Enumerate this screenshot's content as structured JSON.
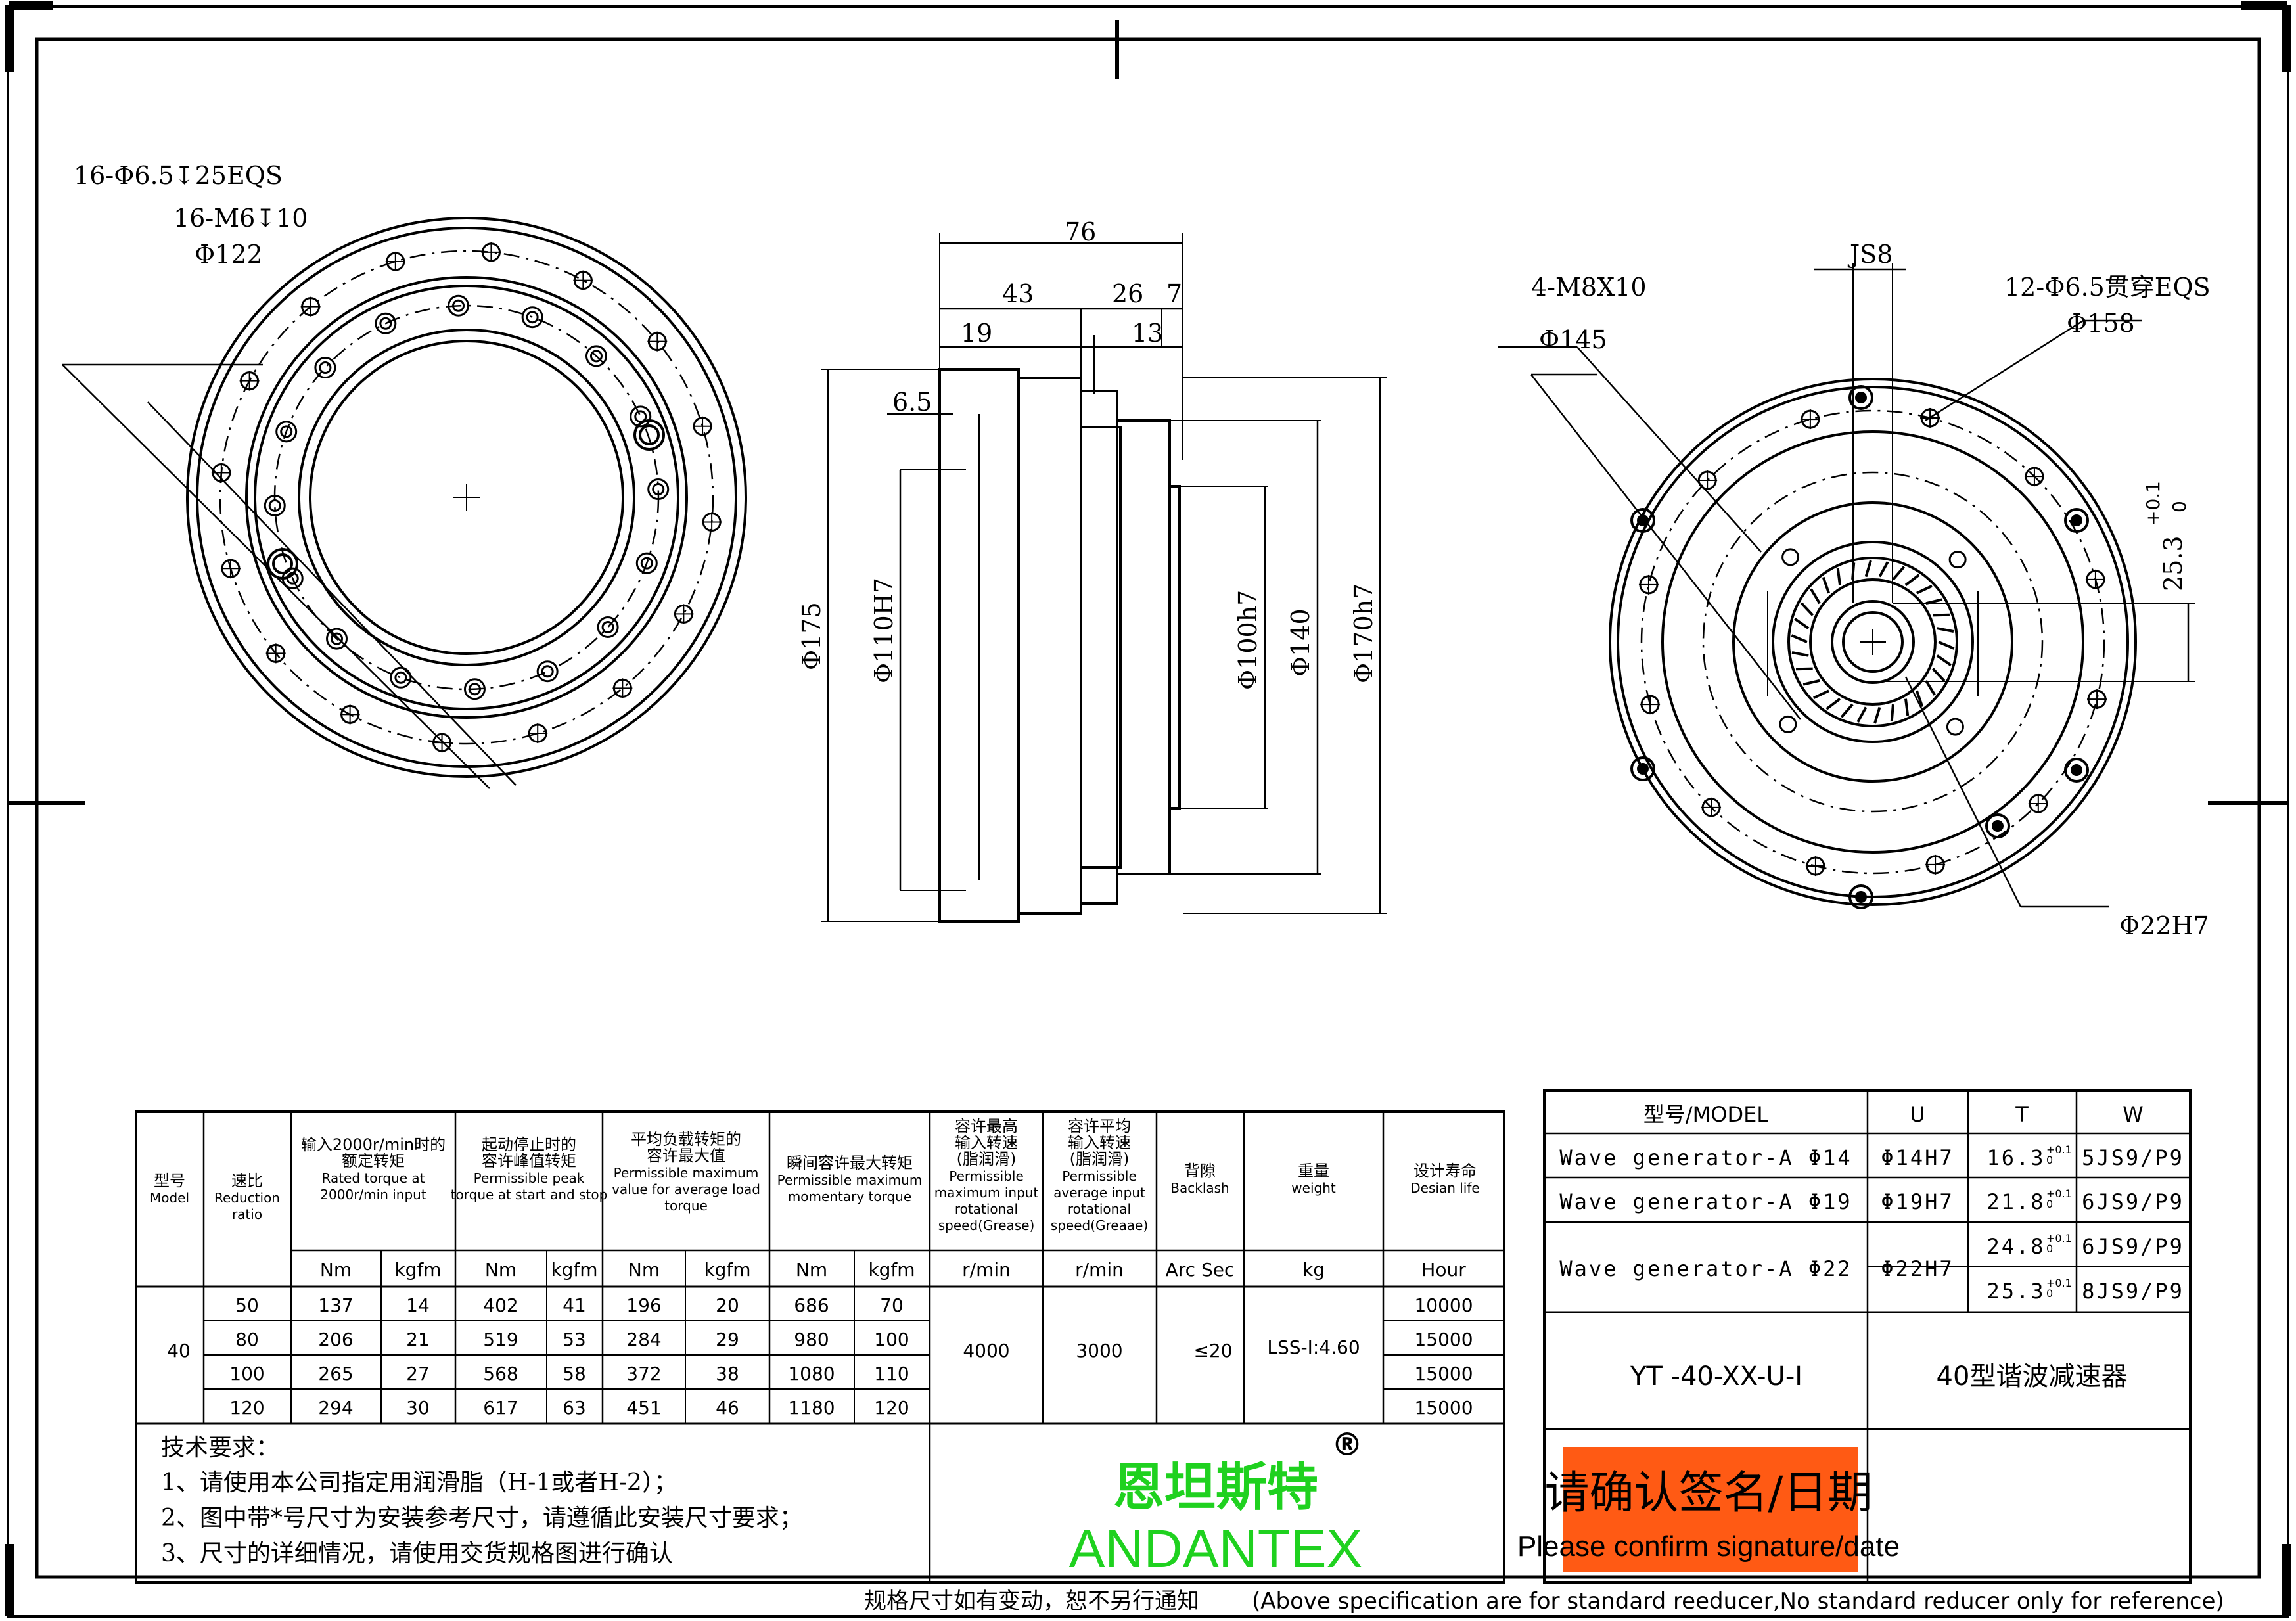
{
  "front_view": {
    "callouts": [
      "16-Φ6.5↧25EQS",
      "16-M6↧10",
      "Φ122"
    ]
  },
  "side_view": {
    "dims_top": [
      "76",
      "43",
      "26",
      "7",
      "19",
      "13",
      "6.5"
    ],
    "dims_vertical": [
      "Φ175",
      "Φ110H7",
      "Φ100h7",
      "Φ140",
      "Φ170h7"
    ]
  },
  "rear_view": {
    "callouts": [
      "4-M8X10",
      "Φ145",
      "JS8",
      "12-Φ6.5贯穿EQS",
      "Φ158",
      "Φ22H7"
    ],
    "tolerance": [
      "+0.1",
      "0",
      "25.3"
    ]
  },
  "spec_table": {
    "headers": {
      "model": [
        "型号",
        "Model"
      ],
      "ratio": [
        "速比",
        "Reduction",
        "ratio"
      ],
      "rated": [
        "输入2000r/min时的",
        "额定转矩",
        "Rated torque at",
        "2000r/min input"
      ],
      "peak": [
        "起动停止时的",
        "容许峰值转矩",
        "Permissible peak",
        "torque at start and stop"
      ],
      "avg": [
        "平均负载转矩的",
        "容许最大值",
        "Permissible maximum",
        "value for average load",
        "torque"
      ],
      "momentary": [
        "瞬间容许最大转矩",
        "Permissible maximum",
        "momentary torque"
      ],
      "max_speed": [
        "容许最高",
        "输入转速",
        "(脂润滑)",
        "Permissible",
        "maximum input",
        "rotational",
        "speed(Grease)"
      ],
      "avg_speed": [
        "容许平均",
        "输入转速",
        "(脂润滑)",
        "Permissible",
        "average input",
        "rotational",
        "speed(Greaae)"
      ],
      "backlash": [
        "背隙",
        "Backlash"
      ],
      "weight": [
        "重量",
        "weight"
      ],
      "life": [
        "设计寿命",
        "Desian life"
      ]
    },
    "units": [
      "Nm",
      "kgfm",
      "Nm",
      "kgfm",
      "Nm",
      "kgfm",
      "Nm",
      "kgfm",
      "r/min",
      "r/min",
      "Arc Sec",
      "kg",
      "Hour"
    ],
    "model_value": "40",
    "rows": [
      [
        "50",
        "137",
        "14",
        "402",
        "41",
        "196",
        "20",
        "686",
        "70",
        "10000"
      ],
      [
        "80",
        "206",
        "21",
        "519",
        "53",
        "284",
        "29",
        "980",
        "100",
        "15000"
      ],
      [
        "100",
        "265",
        "27",
        "568",
        "58",
        "372",
        "38",
        "1080",
        "110",
        "15000"
      ],
      [
        "120",
        "294",
        "30",
        "617",
        "63",
        "451",
        "46",
        "1180",
        "120",
        "15000"
      ]
    ],
    "max_speed_value": "4000",
    "avg_speed_value": "3000",
    "backlash_value": "≤20",
    "weight_value": "LSS-I:4.60"
  },
  "tech_notes": {
    "title": "技术要求：",
    "items": [
      "1、请使用本公司指定用润滑脂（H-1或者H-2）；",
      "2、图中带*号尺寸为安装参考尺寸，请遵循此安装尺寸要求；",
      "3、尺寸的详细情况，请使用交货规格图进行确认"
    ]
  },
  "brand": {
    "cn": "恩坦斯特",
    "en": "ANDANTEX",
    "registered": "®",
    "color": "#1fd11f"
  },
  "model_table": {
    "headers": [
      "型号/MODEL",
      "U",
      "T",
      "W"
    ],
    "rows": [
      {
        "model": "Wave generator-A Φ14",
        "u": "Φ14H7",
        "t": "16.3",
        "w": "5JS9/P9"
      },
      {
        "model": "Wave generator-A Φ19",
        "u": "Φ19H7",
        "t": "21.8",
        "w": "6JS9/P9"
      },
      {
        "model": "Wave generator-A Φ22",
        "u": "Φ22H7",
        "t": "24.8",
        "w": "6JS9/P9"
      },
      {
        "model": "",
        "u": "",
        "t": "25.3",
        "w": "8JS9/P9"
      }
    ],
    "t_tolerance_upper": "+0.1",
    "t_tolerance_lower": "0"
  },
  "title_block": {
    "model_code": "YT -40-XX-U-I",
    "description": "40型谐波减速器",
    "confirm_cn": "请确认签名/日期",
    "confirm_en": "Please confirm signature/date",
    "confirm_color": "#ff5a14"
  },
  "footer": {
    "note_cn": "规格尺寸如有变动，恕不另行通知",
    "note_en": "(Above specification are for standard reeducer,No standard reducer only for reference)"
  }
}
